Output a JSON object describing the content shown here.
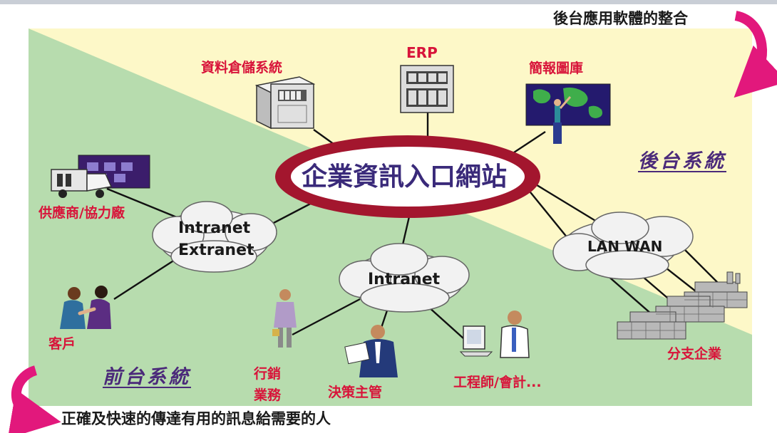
{
  "header": {
    "top_caption": "後台應用軟體的整合",
    "bottom_caption": "正確及快速的傳達有用的訊息給需要的人"
  },
  "zones": {
    "back": "後台系統",
    "front": "前台系統"
  },
  "portal": {
    "title": "企業資訊入口網站"
  },
  "backend_nodes": {
    "data_warehouse": "資料倉儲系統",
    "erp": "ERP",
    "presentation_library": "簡報圖庫"
  },
  "clouds": {
    "left_line1": "Intranet",
    "left_line2": "Extranet",
    "center": "Intranet",
    "right": "LAN WAN"
  },
  "frontend_nodes": {
    "supplier": "供應商/協力廠",
    "customer": "客戶",
    "sales_line1": "行銷",
    "sales_line2": "業務",
    "executive": "決策主管",
    "engineer": "工程師/會計...",
    "branch": "分支企業"
  },
  "colors": {
    "front_zone": "#b7dcae",
    "back_zone": "#fdf8c8",
    "accent_red": "#d8143a",
    "ellipse": "#a3162e",
    "arrow": "#e2187c",
    "zone_text": "#4b2a7a"
  }
}
